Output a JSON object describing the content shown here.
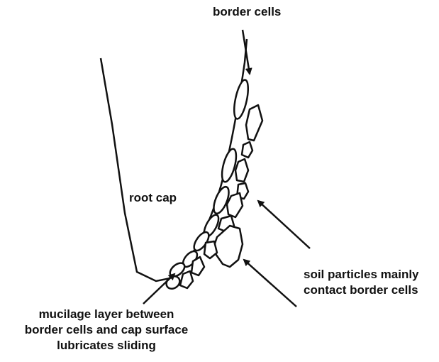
{
  "labels": {
    "border_cells": "border cells",
    "root_cap": "root cap",
    "soil_particles": [
      "soil particles mainly",
      "contact border cells"
    ],
    "mucilage": [
      "mucilage layer between",
      "border cells and cap surface",
      "lubricates sliding"
    ]
  }
}
